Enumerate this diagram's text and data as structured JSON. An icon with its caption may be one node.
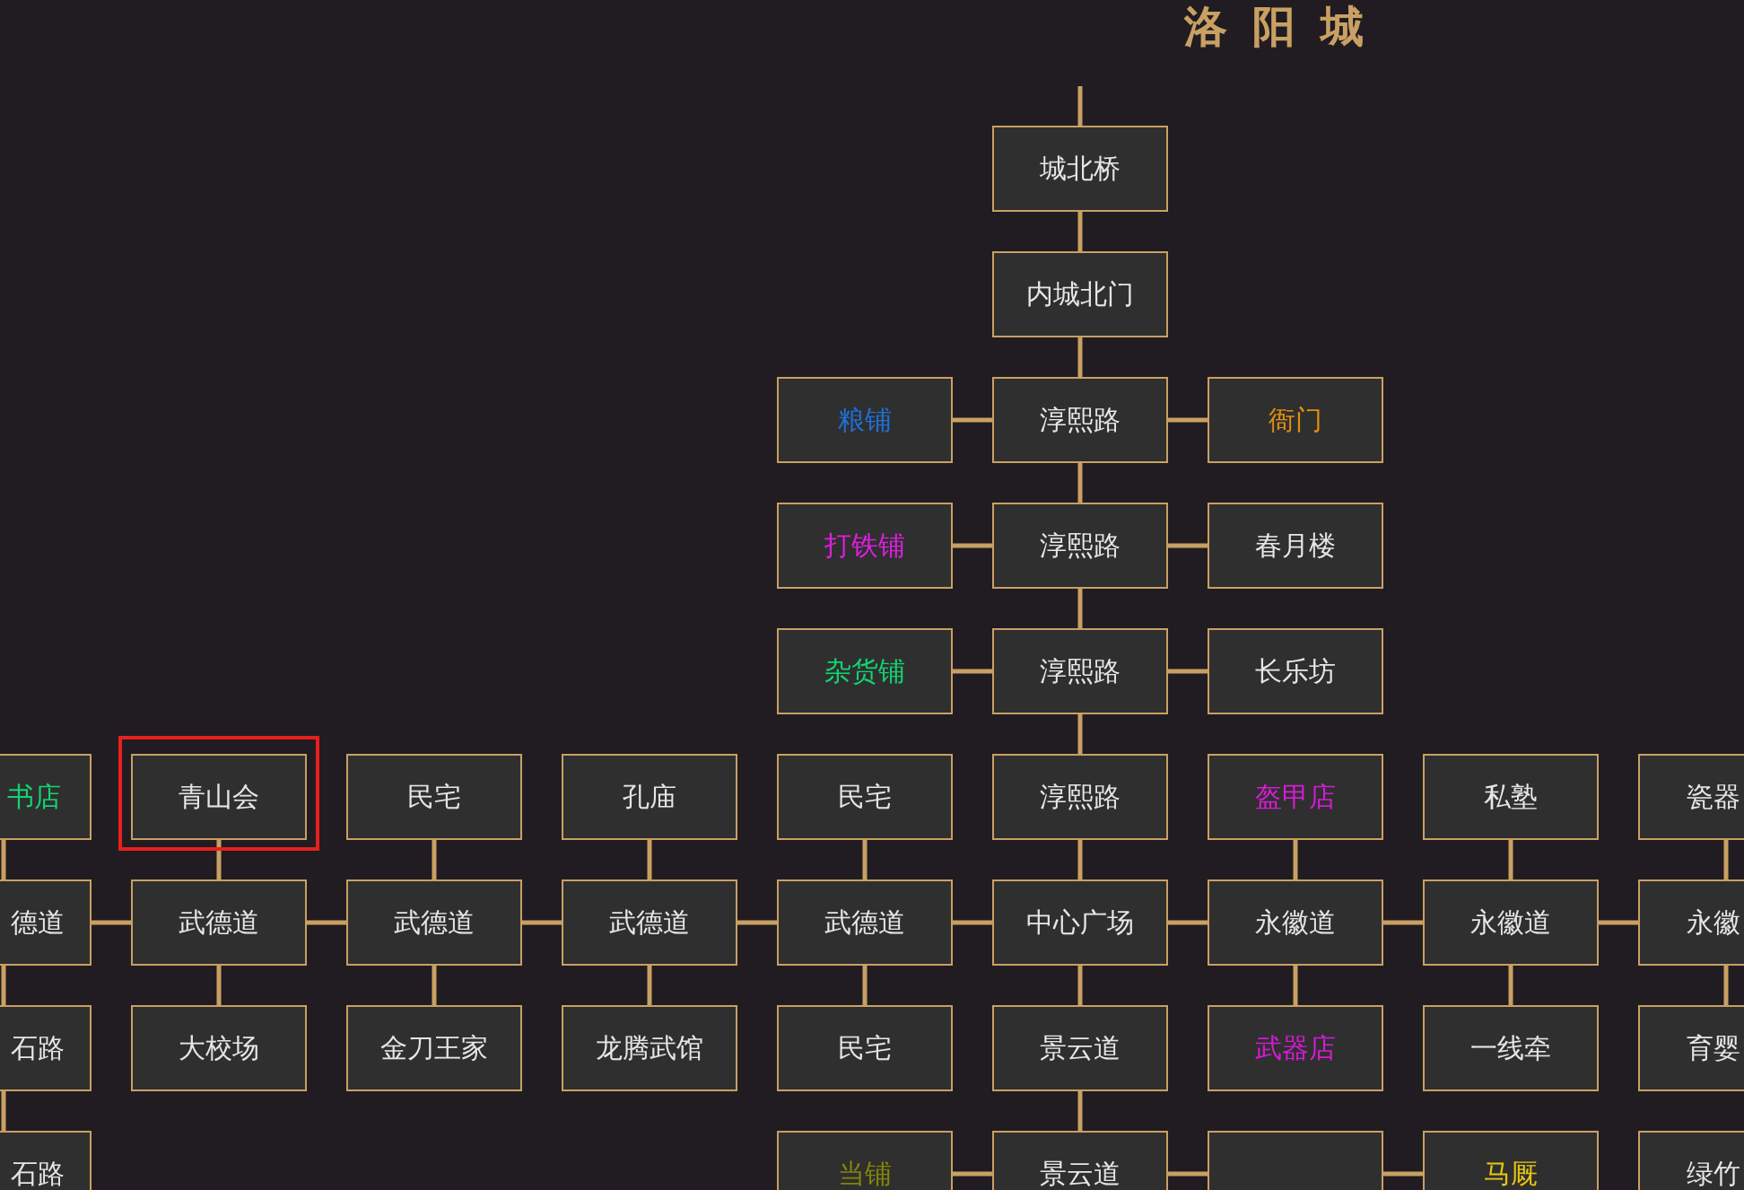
{
  "diagram": {
    "title": "洛阳城",
    "nodes": [
      {
        "text": [
          "城北桥"
        ]
      },
      {
        "text": [
          "内城北门"
        ]
      },
      {
        "text": [
          "粮铺"
        ]
      },
      {
        "text": [
          "淳熙路"
        ]
      },
      {
        "text": [
          "衙门"
        ]
      },
      {
        "text": [
          "打铁铺"
        ]
      },
      {
        "text": [
          "淳熙路"
        ]
      },
      {
        "text": [
          "春月楼"
        ]
      },
      {
        "text": [
          "杂货铺"
        ]
      },
      {
        "text": [
          "淳熙路"
        ]
      },
      {
        "text": [
          "长乐坊"
        ]
      },
      {
        "text": [
          "书店"
        ]
      },
      {
        "text": [
          "青山会"
        ]
      },
      {
        "text": [
          "民宅"
        ]
      },
      {
        "text": [
          "孔庙"
        ]
      },
      {
        "text": [
          "民宅"
        ]
      },
      {
        "text": [
          "淳熙路"
        ]
      },
      {
        "text": [
          "盔甲店"
        ]
      },
      {
        "text": [
          "私塾"
        ]
      },
      {
        "text": [
          "瓷器"
        ]
      },
      {
        "text": [
          "德道"
        ]
      },
      {
        "text": [
          "武德道"
        ]
      },
      {
        "text": [
          "武德道"
        ]
      },
      {
        "text": [
          "武德道"
        ]
      },
      {
        "text": [
          "武德道"
        ]
      },
      {
        "text": [
          "中心广场"
        ]
      },
      {
        "text": [
          "永徽道"
        ]
      },
      {
        "text": [
          "永徽道"
        ]
      },
      {
        "text": [
          "永徽"
        ]
      },
      {
        "text": [
          "石路"
        ]
      },
      {
        "text": [
          "大校场"
        ]
      },
      {
        "text": [
          "金刀王家"
        ]
      },
      {
        "text": [
          "龙腾武馆"
        ]
      },
      {
        "text": [
          "民宅"
        ]
      },
      {
        "text": [
          "景云道"
        ]
      },
      {
        "text": [
          "武器店"
        ]
      },
      {
        "text": [
          "一线牵"
        ]
      },
      {
        "text": [
          "育婴"
        ]
      },
      {
        "text": [
          "石路"
        ]
      },
      {
        "text": [
          "当铺"
        ]
      },
      {
        "text": [
          "景云道"
        ]
      },
      {
        "text": [],
        "shape": "box"
      },
      {
        "text": [
          "马厩"
        ]
      },
      {
        "text": [
          "绿竹"
        ]
      }
    ],
    "edges": [
      {
        "from": null,
        "to": 0,
        "arrow": "none"
      },
      {
        "from": 0,
        "to": 1,
        "arrow": "none"
      },
      {
        "from": 1,
        "to": 3,
        "arrow": "none"
      },
      {
        "from": 2,
        "to": 3,
        "arrow": "none"
      },
      {
        "from": 3,
        "to": 4,
        "arrow": "none"
      },
      {
        "from": 3,
        "to": 6,
        "arrow": "none"
      },
      {
        "from": 5,
        "to": 6,
        "arrow": "none"
      },
      {
        "from": 6,
        "to": 7,
        "arrow": "none"
      },
      {
        "from": 6,
        "to": 9,
        "arrow": "none"
      },
      {
        "from": 8,
        "to": 9,
        "arrow": "none"
      },
      {
        "from": 9,
        "to": 10,
        "arrow": "none"
      },
      {
        "from": 9,
        "to": 16,
        "arrow": "none"
      },
      {
        "from": 11,
        "to": 20,
        "arrow": "none"
      },
      {
        "from": 12,
        "to": 21,
        "arrow": "none"
      },
      {
        "from": 13,
        "to": 22,
        "arrow": "none"
      },
      {
        "from": 14,
        "to": 23,
        "arrow": "none"
      },
      {
        "from": 15,
        "to": 24,
        "arrow": "none"
      },
      {
        "from": 16,
        "to": 25,
        "arrow": "none"
      },
      {
        "from": 17,
        "to": 26,
        "arrow": "none"
      },
      {
        "from": 18,
        "to": 27,
        "arrow": "none"
      },
      {
        "from": 19,
        "to": 28,
        "arrow": "none"
      },
      {
        "from": 20,
        "to": 21,
        "arrow": "none"
      },
      {
        "from": 21,
        "to": 22,
        "arrow": "none"
      },
      {
        "from": 22,
        "to": 23,
        "arrow": "none"
      },
      {
        "from": 23,
        "to": 24,
        "arrow": "none"
      },
      {
        "from": 24,
        "to": 25,
        "arrow": "none"
      },
      {
        "from": 25,
        "to": 26,
        "arrow": "none"
      },
      {
        "from": 26,
        "to": 27,
        "arrow": "none"
      },
      {
        "from": 27,
        "to": 28,
        "arrow": "none"
      },
      {
        "from": 20,
        "to": 29,
        "arrow": "none"
      },
      {
        "from": 21,
        "to": 30,
        "arrow": "none"
      },
      {
        "from": 22,
        "to": 31,
        "arrow": "none"
      },
      {
        "from": 23,
        "to": 32,
        "arrow": "none"
      },
      {
        "from": 24,
        "to": 33,
        "arrow": "none"
      },
      {
        "from": 25,
        "to": 34,
        "arrow": "none"
      },
      {
        "from": 26,
        "to": 35,
        "arrow": "none"
      },
      {
        "from": 27,
        "to": 36,
        "arrow": "none"
      },
      {
        "from": 28,
        "to": 37,
        "arrow": "none"
      },
      {
        "from": 29,
        "to": 38,
        "arrow": "none"
      },
      {
        "from": 34,
        "to": 40,
        "arrow": "none"
      },
      {
        "from": 39,
        "to": 40,
        "arrow": "none"
      },
      {
        "from": 40,
        "to": 41,
        "arrow": "none"
      },
      {
        "from": 41,
        "to": 42,
        "arrow": "none"
      }
    ]
  }
}
